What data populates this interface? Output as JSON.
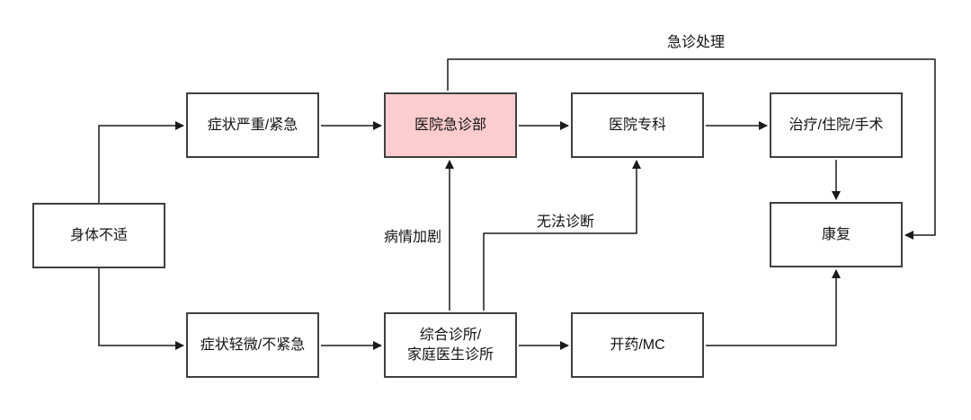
{
  "diagram": {
    "nodes": {
      "discomfort": {
        "label": "身体不适"
      },
      "severe": {
        "label": "症状严重/紧急"
      },
      "mild": {
        "label": "症状轻微/不紧急"
      },
      "emergency": {
        "label": "医院急诊部"
      },
      "clinic": {
        "label": "综合诊所/\n家庭医生诊所"
      },
      "specialist": {
        "label": "医院专科"
      },
      "medication": {
        "label": "开药/MC"
      },
      "treatment": {
        "label": "治疗/住院/手术"
      },
      "recovery": {
        "label": "康复"
      }
    },
    "edge_labels": {
      "emergency_handling": "急诊处理",
      "condition_worsens": "病情加剧",
      "cannot_diagnose": "无法诊断"
    },
    "colors": {
      "highlight_fill": "#FBCDCF",
      "box_border": "#404040",
      "line": "#1a1a1a"
    }
  }
}
